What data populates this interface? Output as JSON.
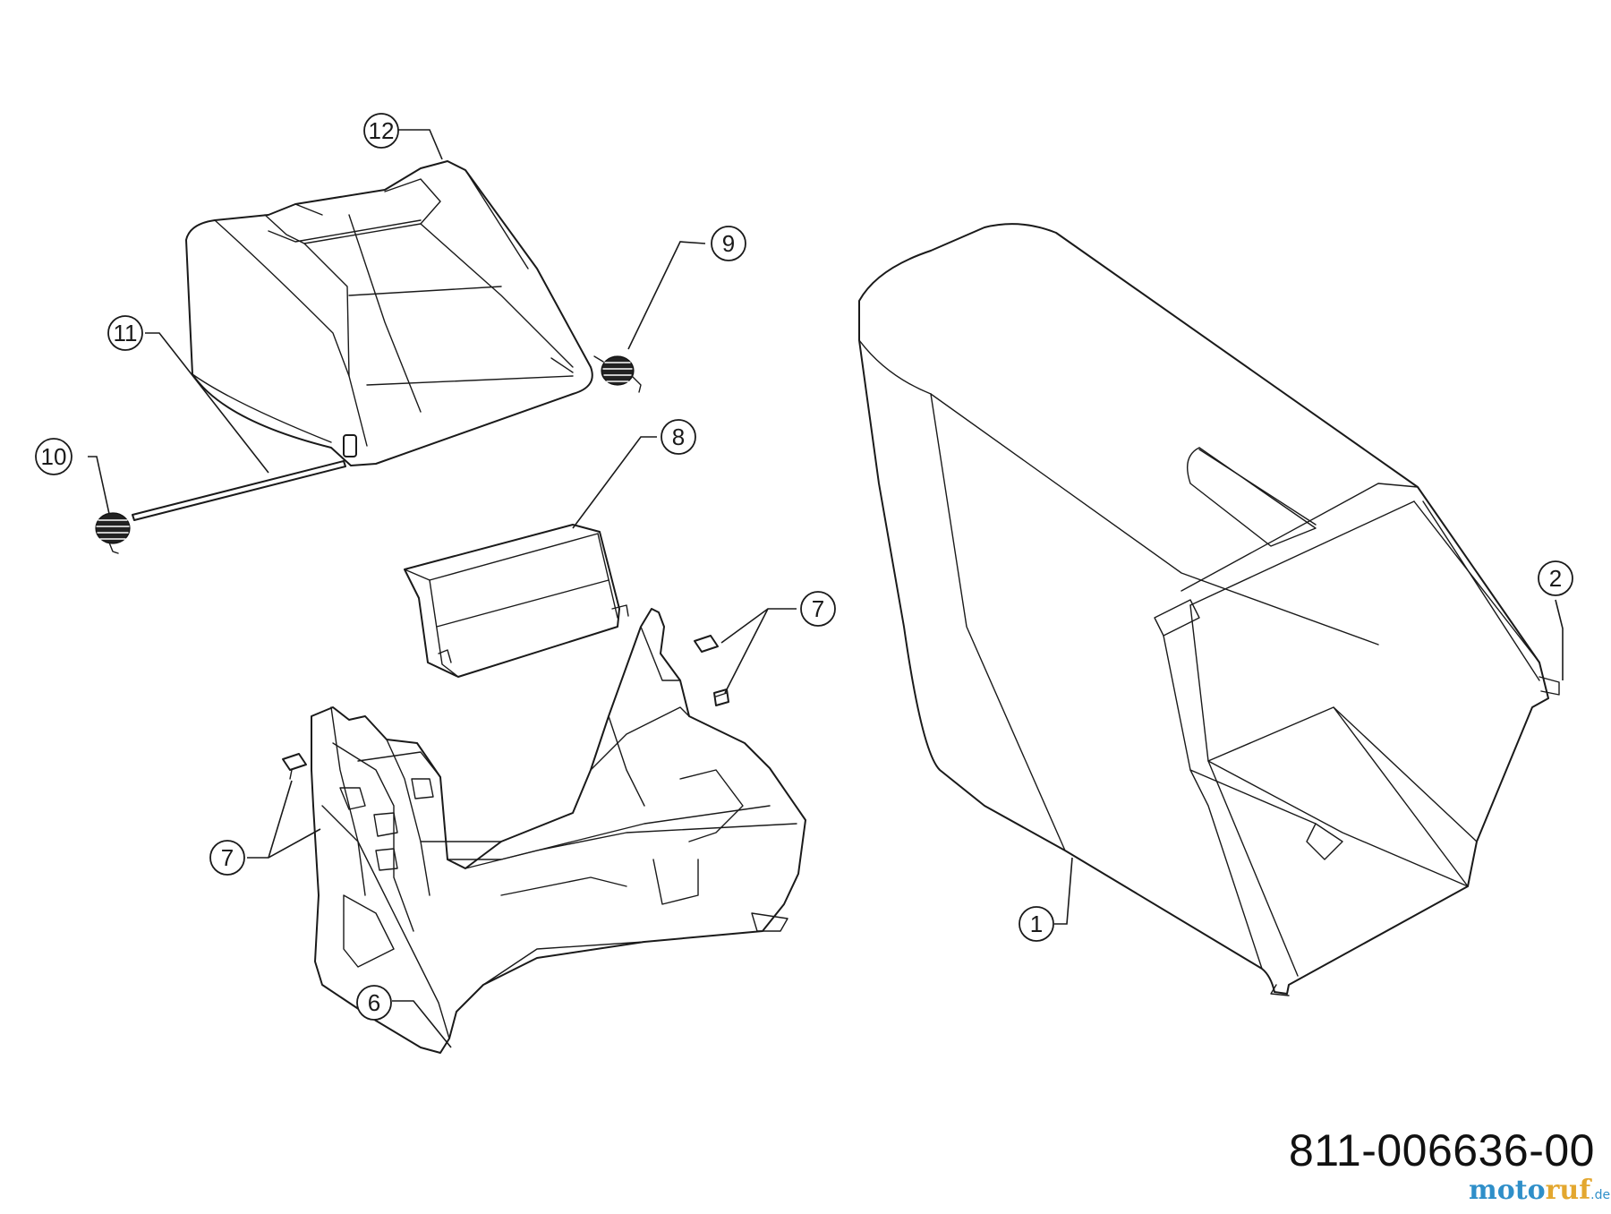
{
  "diagram": {
    "callouts": [
      {
        "id": "c1",
        "label": "1"
      },
      {
        "id": "c2",
        "label": "2"
      },
      {
        "id": "c6",
        "label": "6"
      },
      {
        "id": "c7a",
        "label": "7"
      },
      {
        "id": "c7b",
        "label": "7"
      },
      {
        "id": "c8",
        "label": "8"
      },
      {
        "id": "c9",
        "label": "9"
      },
      {
        "id": "c10",
        "label": "10"
      },
      {
        "id": "c11",
        "label": "11"
      },
      {
        "id": "c12",
        "label": "12"
      }
    ],
    "part_number": "811-006636-00",
    "watermark": {
      "part1": "moto",
      "part2": "ruf",
      "part3": ".de"
    }
  }
}
